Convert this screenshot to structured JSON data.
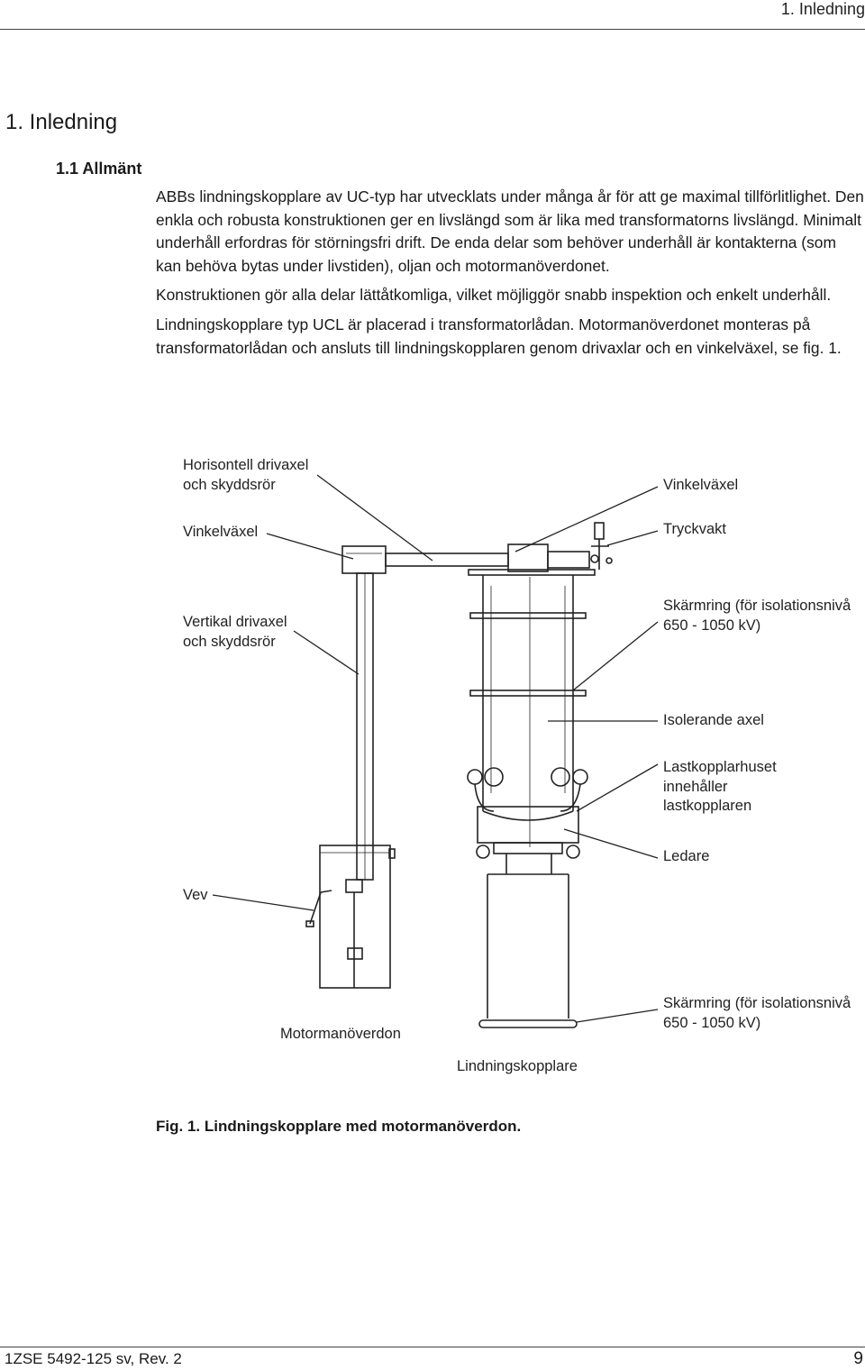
{
  "header": {
    "section": "1. Inledning"
  },
  "heading1": "1. Inledning",
  "heading2": "1.1 Allmänt",
  "paragraphs": [
    "ABBs lindningskopplare av UC-typ har utvecklats under många år för att ge maximal tillförlitlighet. Den enkla och robusta konstruktionen ger en livslängd som är lika med transformatorns livslängd. Minimalt underhåll erfordras för störningsfri drift. De enda delar som behöver underhåll är kontakterna (som kan behöva bytas under livstiden), oljan och motormanöverdonet.",
    "Konstruktionen gör alla delar lättåtkomliga, vilket möjliggör snabb inspektion och enkelt underhåll.",
    "Lindningskopplare typ UCL är placerad i transformatorlådan. Motormanöverdonet monteras på transformatorlådan och ansluts till lindningskopplaren genom drivaxlar och en vinkelväxel, se fig. 1."
  ],
  "figure": {
    "labels": {
      "horisontell": [
        "Horisontell drivaxel",
        "och skyddsrör"
      ],
      "vinkelvaxel_left": "Vinkelväxel",
      "vinkelvaxel_right": "Vinkelväxel",
      "tryckvakt": "Tryckvakt",
      "vertikal": [
        "Vertikal drivaxel",
        "och skyddsrör"
      ],
      "skarmring_top": [
        "Skärmring (för isolationsnivå",
        "650 - 1050 kV)"
      ],
      "isolerande": "Isolerande axel",
      "lastkopplarhuset": [
        "Lastkopplarhuset",
        "innehåller",
        "lastkopplaren"
      ],
      "ledare": "Ledare",
      "vev": "Vev",
      "skarmring_bottom": [
        "Skärmring (för isolationsnivå",
        "650 - 1050 kV)"
      ],
      "motormanoverdon": "Motormanöverdon",
      "lindningskopplare": "Lindningskopplare"
    },
    "caption": "Fig. 1. Lindningskopplare med motormanöverdon."
  },
  "footer": {
    "doc_ref": "1ZSE 5492-125 sv, Rev. 2",
    "page_number": "9"
  }
}
